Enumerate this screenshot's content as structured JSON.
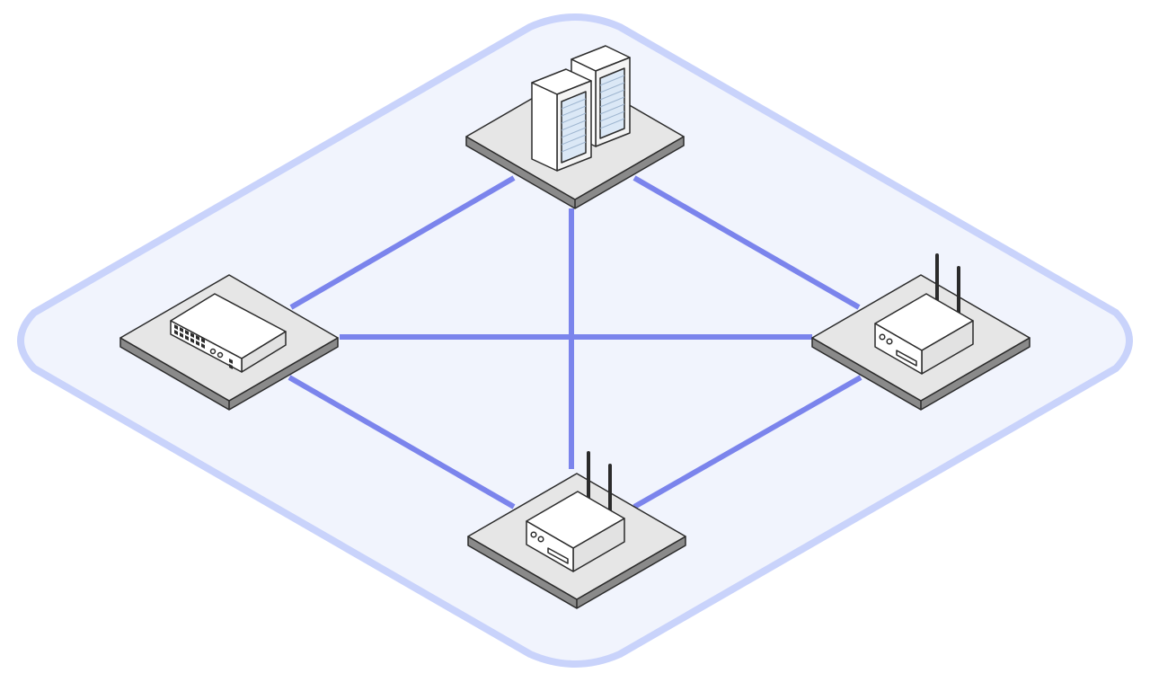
{
  "diagram": {
    "type": "isometric-network-topology",
    "zone": {
      "fill": "#f1f4fd",
      "stroke": "#c9d3fb"
    },
    "link_color": "#7b84ec",
    "tile": {
      "top": "#e6e6e6",
      "side": "#8a8a8a",
      "edge": "#2b2b2b"
    },
    "nodes": [
      {
        "id": "servers",
        "icon": "server-rack-icon"
      },
      {
        "id": "switch",
        "icon": "network-switch-icon"
      },
      {
        "id": "router-right",
        "icon": "wireless-router-icon"
      },
      {
        "id": "router-bottom",
        "icon": "wireless-router-icon"
      }
    ],
    "links": [
      {
        "from": "servers",
        "to": "switch"
      },
      {
        "from": "servers",
        "to": "router-right"
      },
      {
        "from": "servers",
        "to": "router-bottom"
      },
      {
        "from": "switch",
        "to": "router-right"
      },
      {
        "from": "switch",
        "to": "router-bottom"
      },
      {
        "from": "router-right",
        "to": "router-bottom"
      }
    ]
  }
}
